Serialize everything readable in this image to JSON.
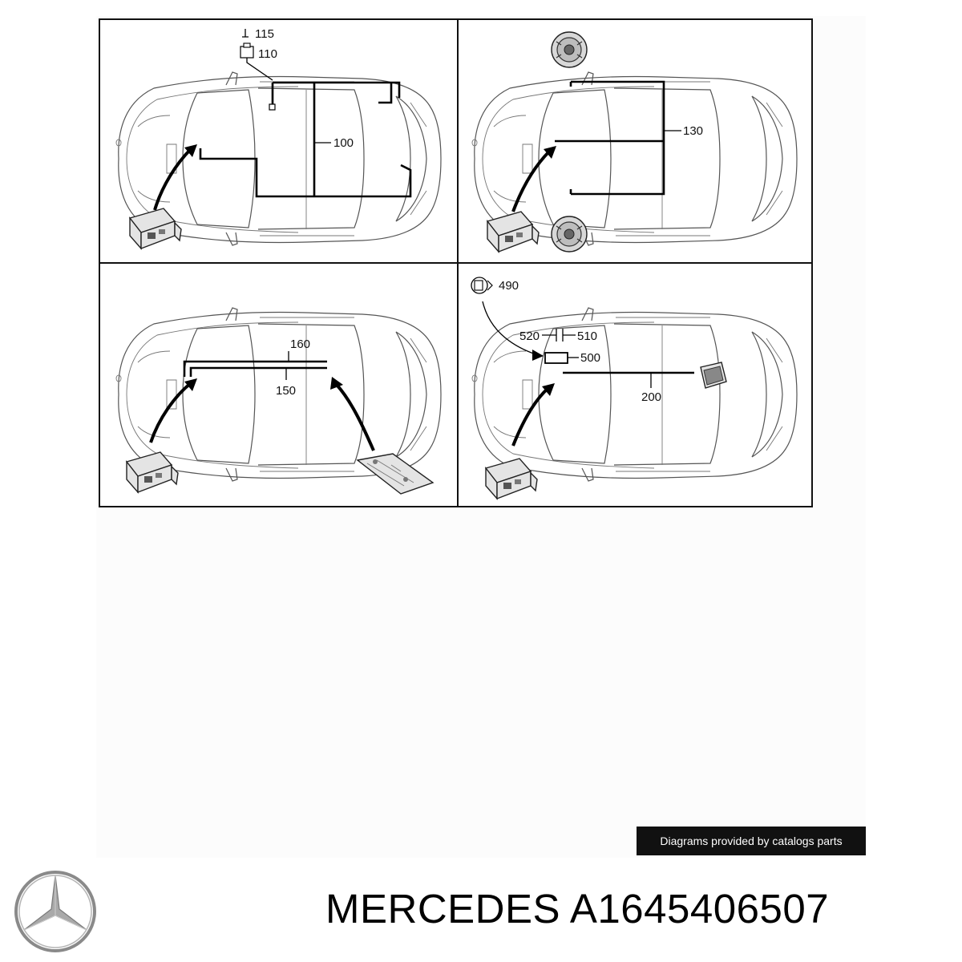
{
  "diagram": {
    "panels": [
      {
        "labels": [
          "115",
          "110",
          "100"
        ]
      },
      {
        "labels": [
          "130"
        ]
      },
      {
        "labels": [
          "160",
          "150"
        ]
      },
      {
        "labels": [
          "490",
          "520",
          "510",
          "500",
          "200"
        ]
      }
    ]
  },
  "credit": {
    "text": "Diagrams provided by catalogs parts"
  },
  "product": {
    "brand": "MERCEDES",
    "part_number": "A1645406507",
    "title": "MERCEDES A1645406507"
  },
  "logo": {
    "name": "mercedes-star-logo",
    "color": "#8a8a8a"
  }
}
